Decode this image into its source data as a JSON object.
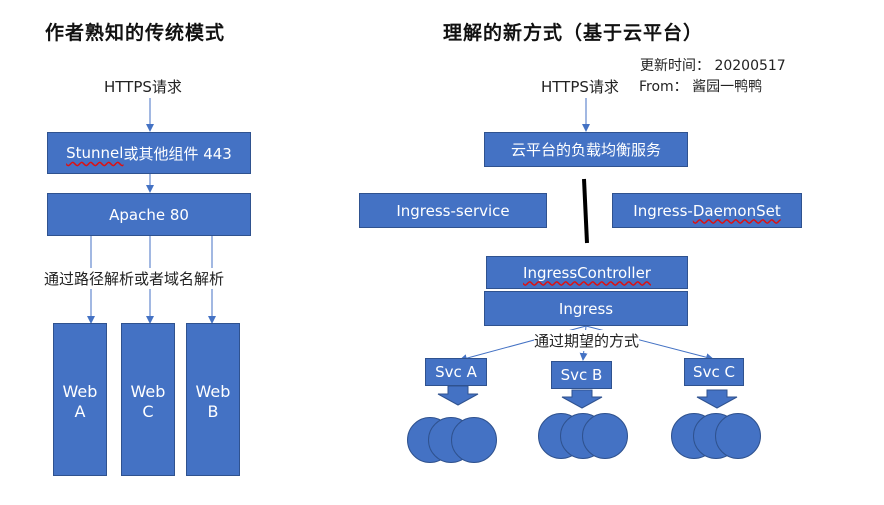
{
  "left": {
    "title": "作者熟知的传统模式",
    "https_label": "HTTPS请求",
    "stunnel_prefix": "Stunnel",
    "stunnel_suffix": "或其他组件 443",
    "apache": "Apache 80",
    "routing_label": "通过路径解析或者域名解析",
    "web_boxes": [
      {
        "line1": "Web",
        "line2": "A"
      },
      {
        "line1": "Web",
        "line2": "C"
      },
      {
        "line1": "Web",
        "line2": "B"
      }
    ]
  },
  "right": {
    "title": "理解的新方式（基于云平台）",
    "update_time": "更新时间：  20200517",
    "from": "From：  酱园一鸭鸭",
    "https_label": "HTTPS请求",
    "lb": "云平台的负载均衡服务",
    "ingress_service": "Ingress-service",
    "ingress_daemon_prefix": "Ingress-",
    "ingress_daemon_suffix": "DaemonSet",
    "ingress_controller": "IngressController",
    "ingress": "Ingress",
    "expected_label": "通过期望的方式",
    "svcs": [
      "Svc A",
      "Svc B",
      "Svc C"
    ]
  },
  "colors": {
    "box_fill": "#4472c4",
    "box_border": "#2f528f",
    "squiggle": "#d11111"
  }
}
